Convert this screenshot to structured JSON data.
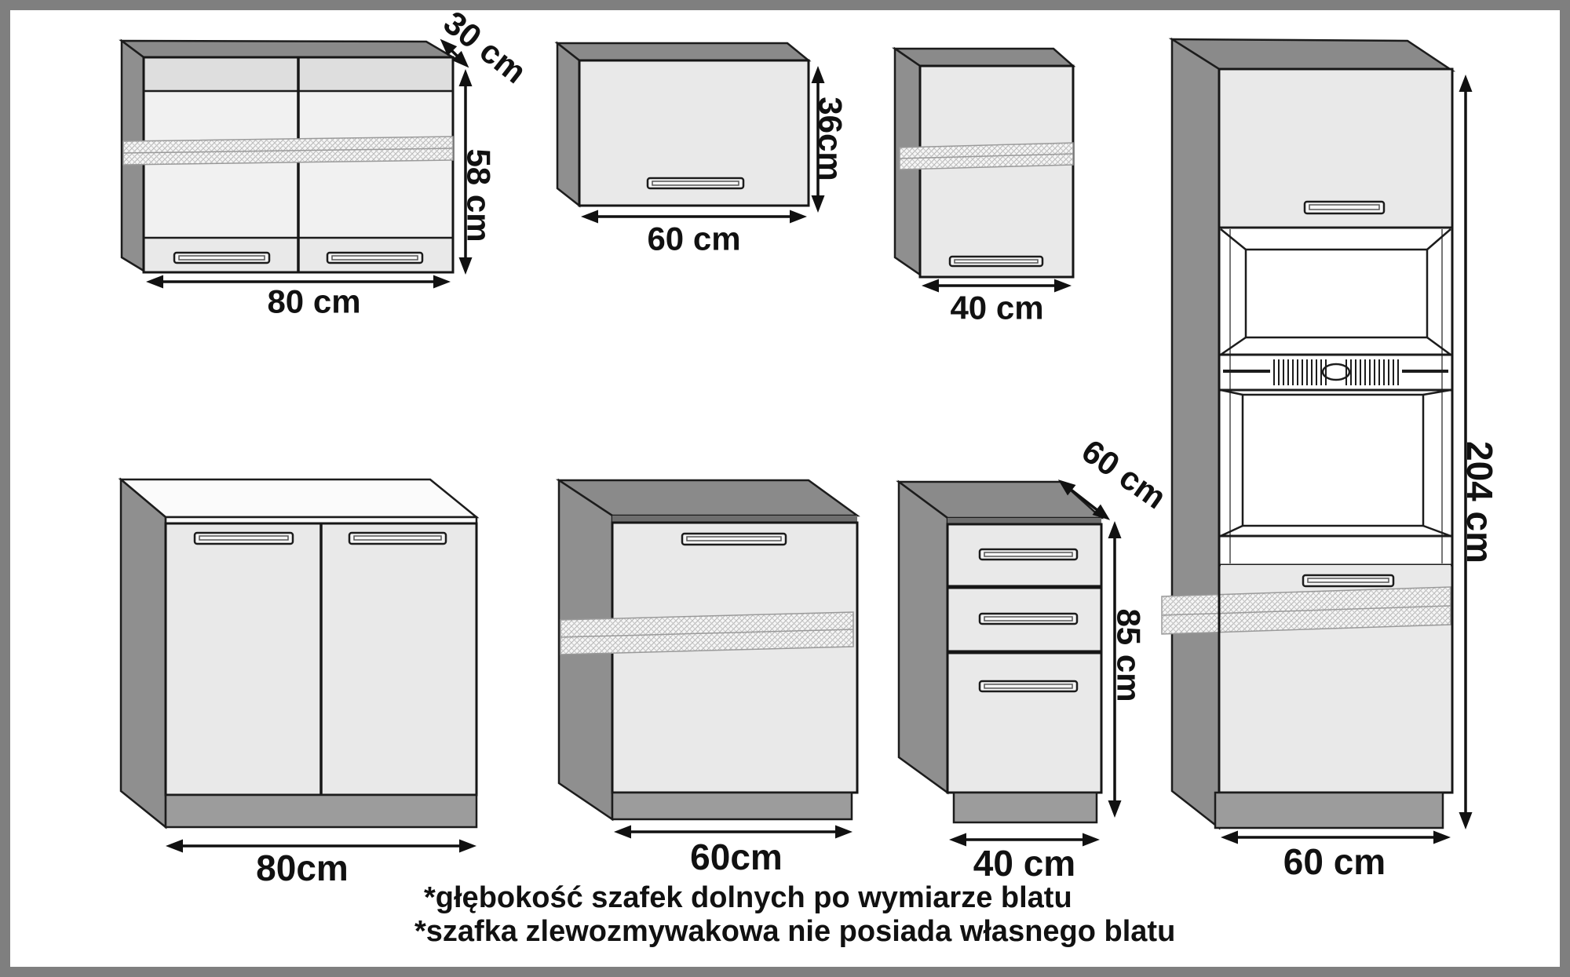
{
  "colors": {
    "background": "#ffffff",
    "frame_border": "#7f7f7f",
    "outline": "#1c1c1c",
    "side_panel": "#8f8f8f",
    "top_panel": "#8a8a8a",
    "edge_band": "#6e6e6e",
    "door": "#e9e9e9",
    "door_band": "#dedede",
    "glass": "#f1f1f1",
    "worktop": "#fbfbfb",
    "plinth": "#9c9c9c",
    "open_space": "#ffffff",
    "handle": "#f6f6f6",
    "hatch_base": "#f6f6f6",
    "dimension_text": "#111111"
  },
  "cabinets": {
    "wall_80": {
      "width_label": "80 cm",
      "height_label": "58 cm",
      "depth_label": "30 cm"
    },
    "wall_60": {
      "width_label": "60 cm",
      "height_label": "36cm"
    },
    "wall_40": {
      "width_label": "40 cm"
    },
    "tall_oven_60": {
      "width_label": "60 cm",
      "height_label": "204 cm"
    },
    "base_80": {
      "width_label": "80cm"
    },
    "base_60": {
      "width_label": "60cm"
    },
    "base_40": {
      "width_label": "40 cm",
      "height_label": "85 cm",
      "depth_label": "60 cm"
    }
  },
  "footnotes": {
    "line1": "*głębokość szafek dolnych po wymiarze blatu",
    "line2": "*szafka zlewozmywakowa nie posiada własnego blatu"
  }
}
